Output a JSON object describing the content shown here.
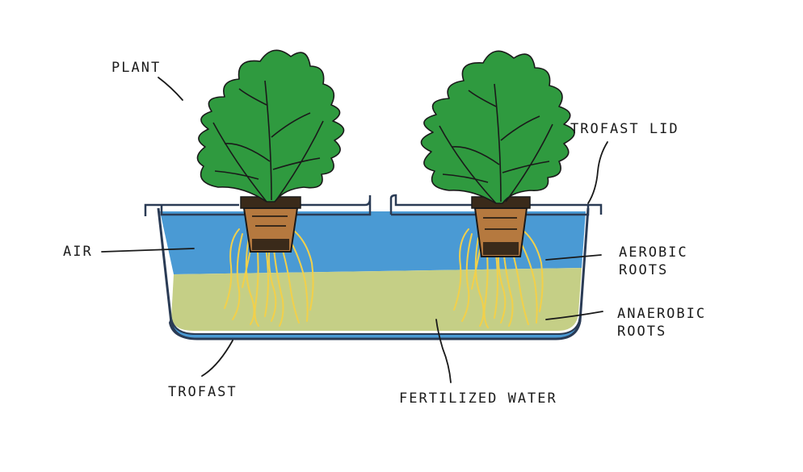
{
  "labels": {
    "plant": "PLANT",
    "trofast_lid": "TROFAST LID",
    "air": "AIR",
    "aerobic_roots": [
      "AEROBIC",
      "ROOTS"
    ],
    "anaerobic_roots": [
      "ANAEROBIC",
      "ROOTS"
    ],
    "trofast": "TROFAST",
    "fertilized_water": "FERTILIZED WATER"
  },
  "colors": {
    "leaf": "#2f9a3f",
    "leaf_outline": "#1a1a1a",
    "container_outline": "#2a3b55",
    "air": "#4a9ad4",
    "water": "#c5cf86",
    "roots": "#f2d04a",
    "pot": "#3a2a1a",
    "soil": "#b5793f"
  }
}
